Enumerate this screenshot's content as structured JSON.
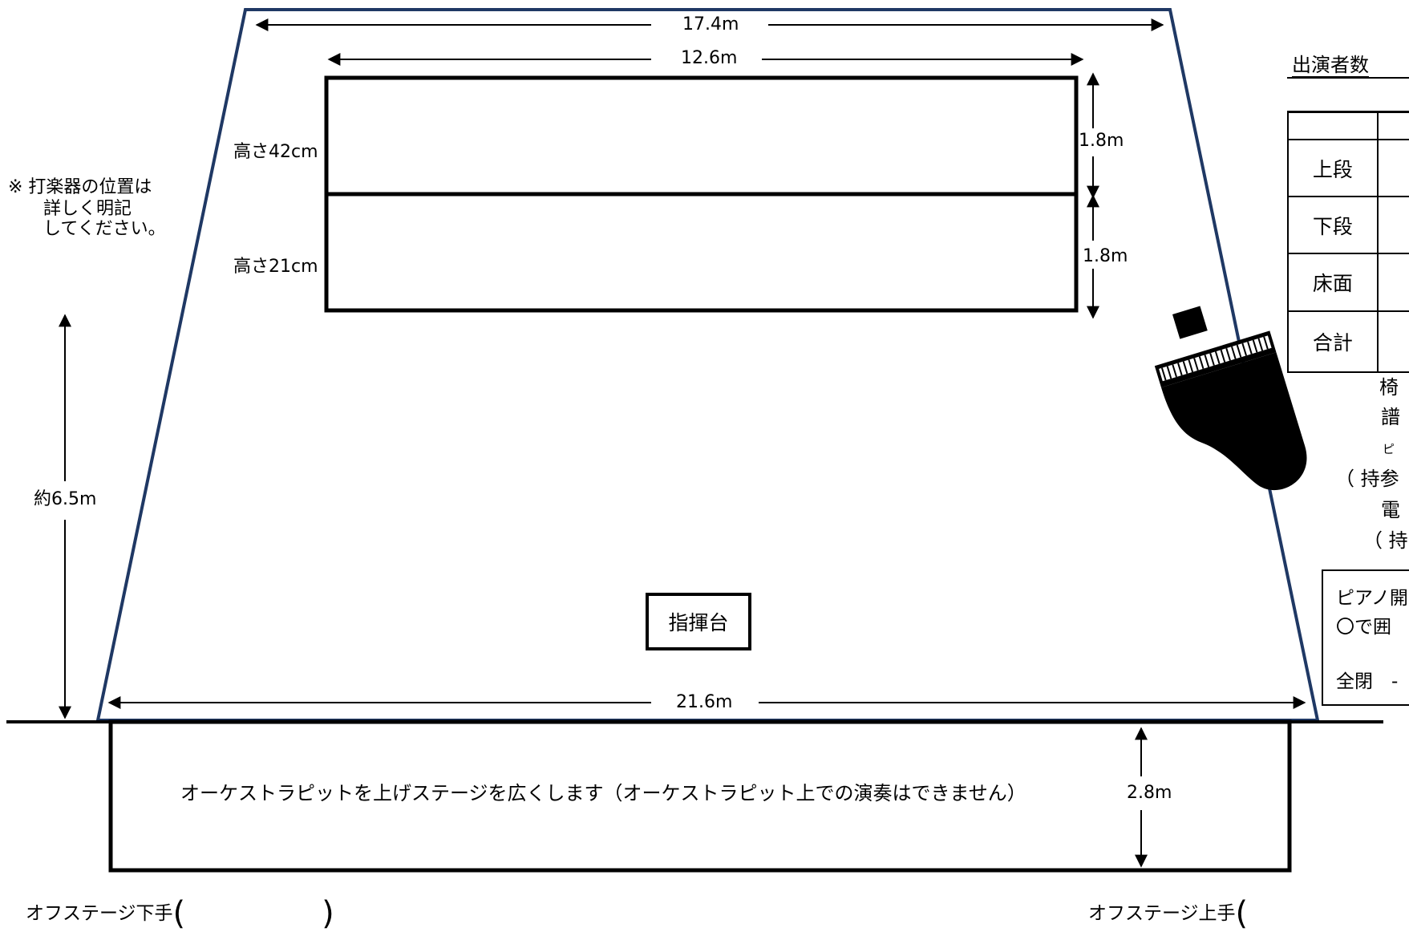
{
  "section_title": "出演者数",
  "dimensions": {
    "top_width": "17.4m",
    "riser_width": "12.6m",
    "riser_depth_upper": "1.8m",
    "riser_depth_lower": "1.8m",
    "stage_depth": "約6.5m",
    "front_width": "21.6m",
    "pit_depth": "2.8m"
  },
  "riser_heights": {
    "upper": "高さ42cm",
    "lower": "高さ21cm"
  },
  "percussion_note": [
    "※ 打楽器の位置は",
    "詳しく明記",
    "してください。"
  ],
  "conductor_podium": "指揮台",
  "pit_note": "オーケストラピットを上げステージを広くします（オーケストラピット上での演奏はできません）",
  "table": {
    "rows": [
      "上段",
      "下段",
      "床面",
      "合計"
    ]
  },
  "side_notes": [
    "椅",
    "譜",
    "ピ",
    "（ 持参",
    "電",
    "（ 持"
  ],
  "piano_box": {
    "line1": "ピアノ開",
    "line2": "〇で囲",
    "line3": "全閉　-"
  },
  "offstage": {
    "left_label": "オフステージ下手",
    "right_label": "オフステージ上手",
    "paren_open": "(",
    "paren_close": ")"
  },
  "colors": {
    "stage_outline": "#1f3864",
    "line": "#000000",
    "background": "#ffffff"
  }
}
